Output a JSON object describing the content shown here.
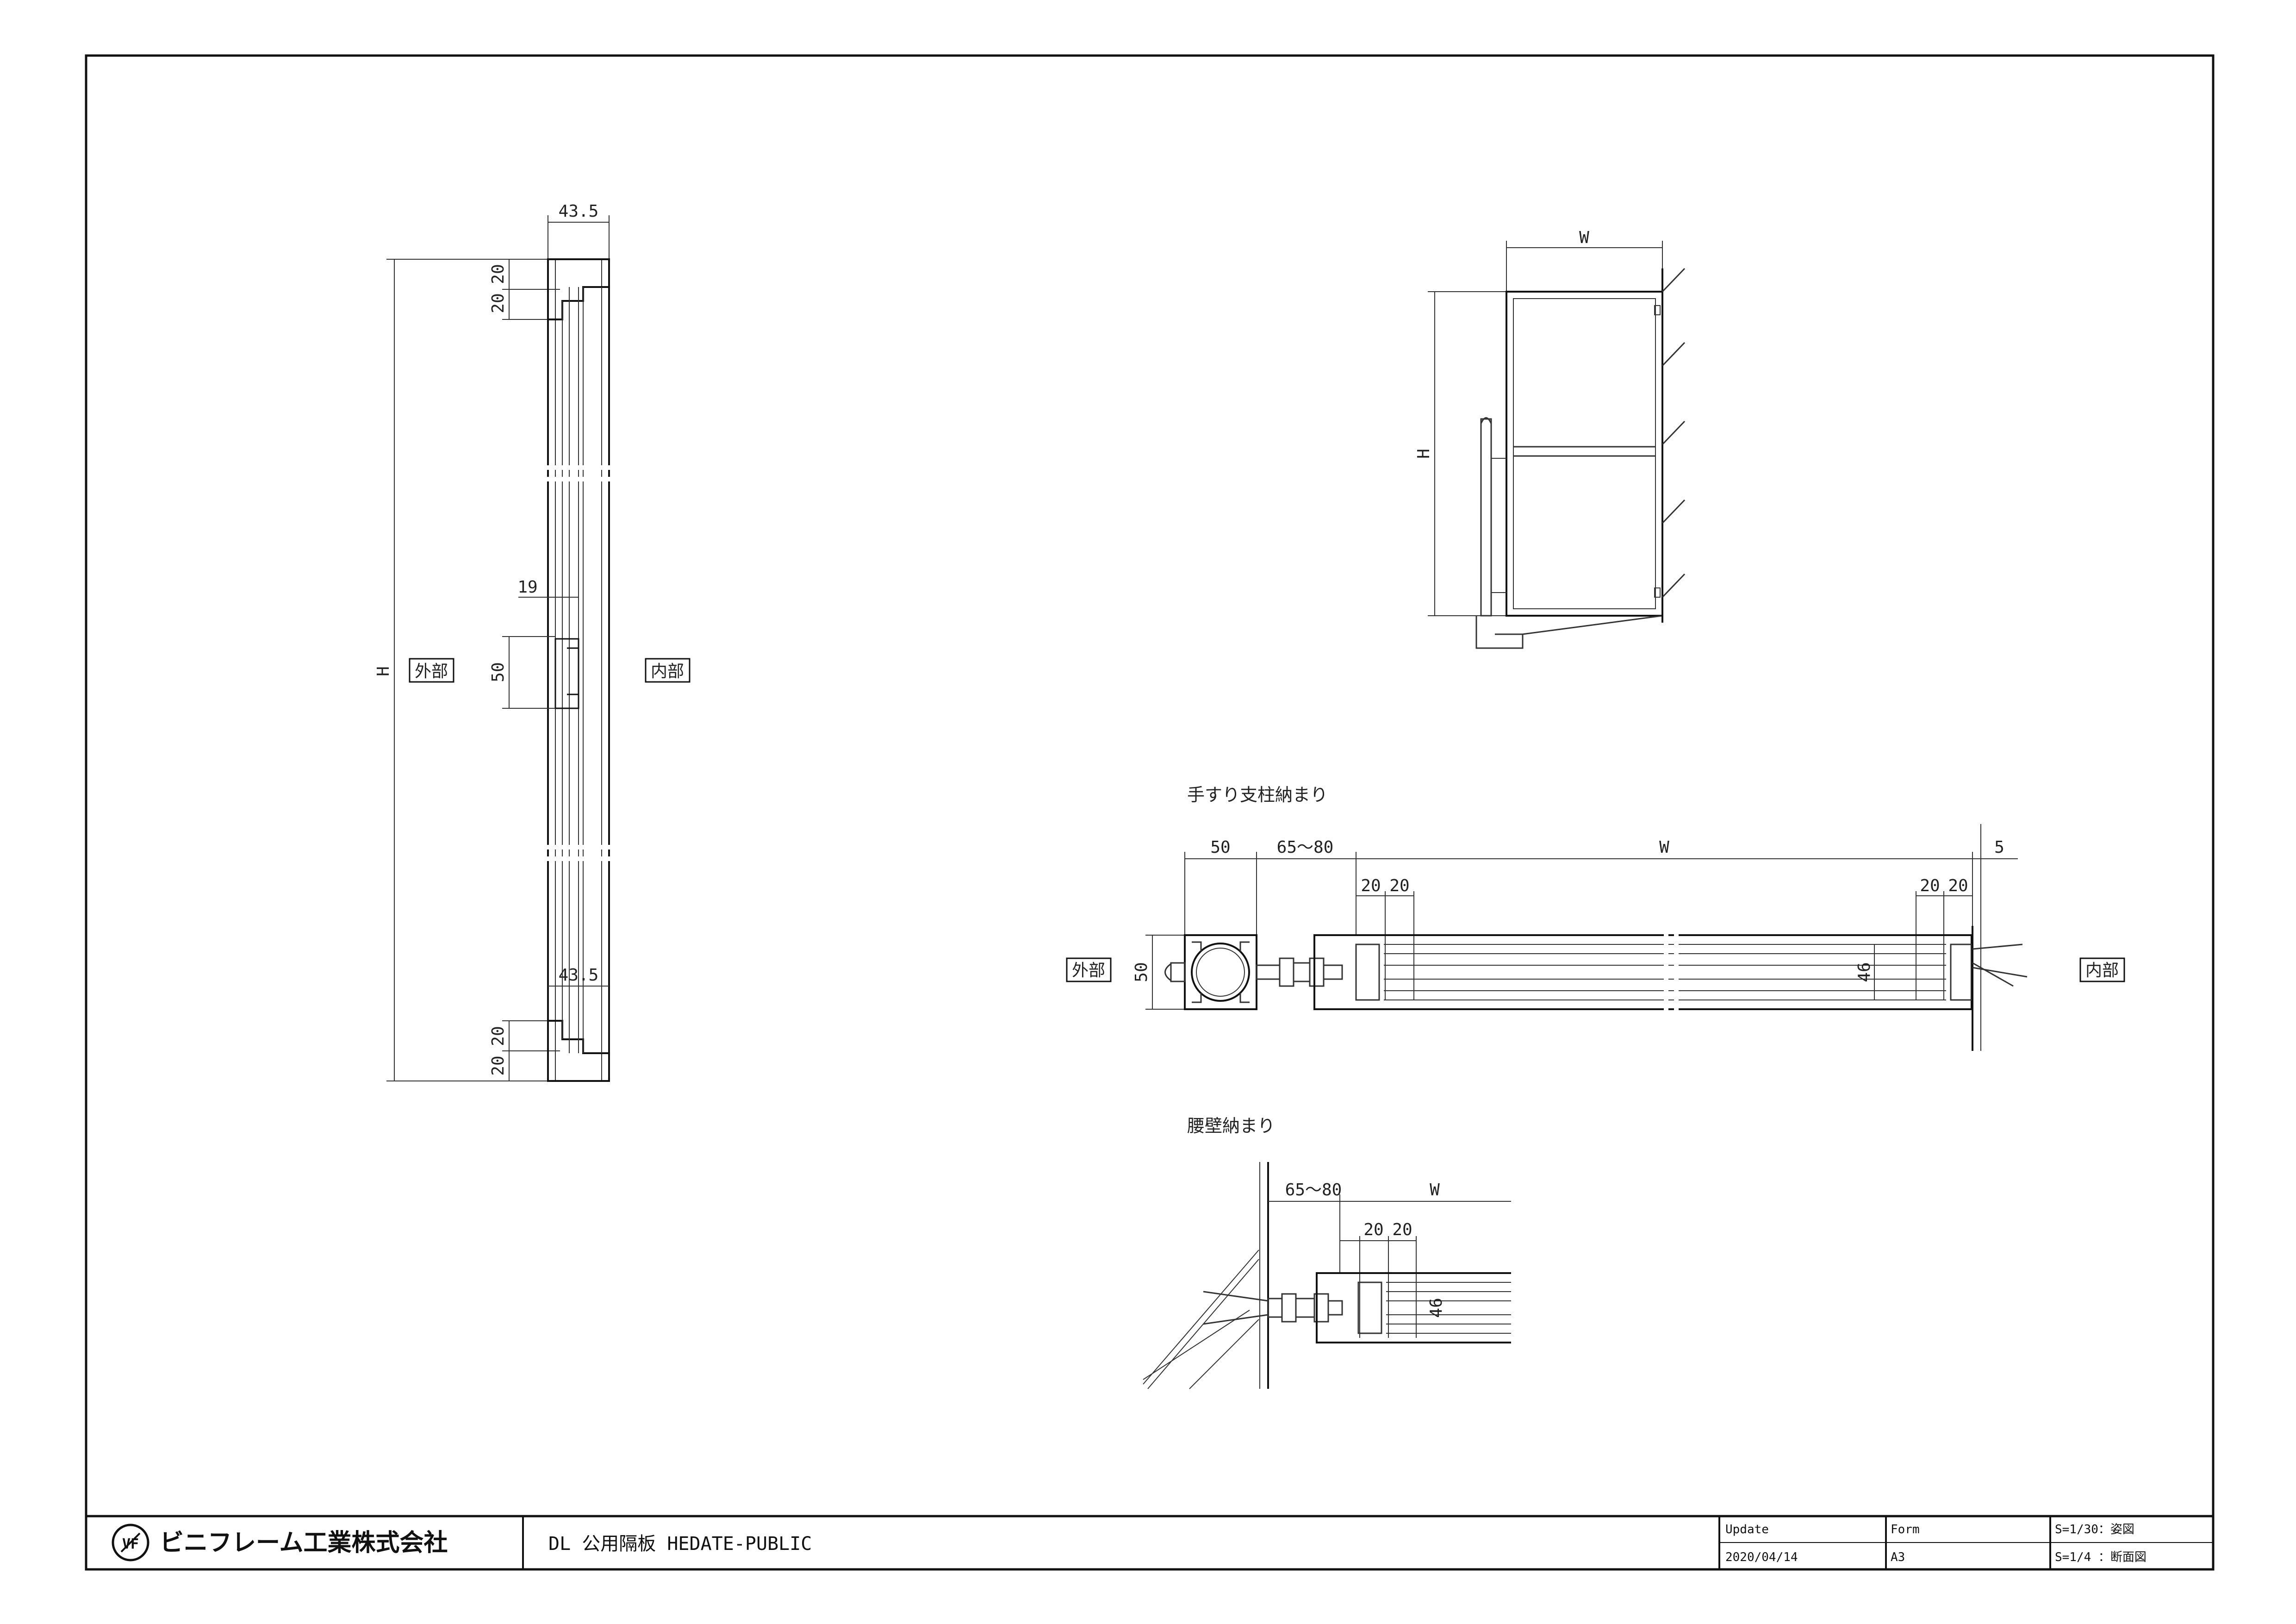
{
  "drawing": {
    "section_view": {
      "dim_top_width": "43.5",
      "dim_top_20a": "20",
      "dim_top_20b": "20",
      "dim_height": "H",
      "dim_19": "19",
      "dim_50": "50",
      "dim_bottom_width": "43.5",
      "dim_bottom_20a": "20",
      "dim_bottom_20b": "20",
      "label_outside": "外部",
      "label_inside": "内部"
    },
    "elevation_view": {
      "dim_width": "W",
      "dim_height": "H"
    },
    "handrail_detail": {
      "title": "手すり支柱納まり",
      "dim_50_top": "50",
      "dim_gap": "65〜80",
      "dim_width": "W",
      "dim_5": "5",
      "dim_left_20a": "20",
      "dim_left_20b": "20",
      "dim_right_20a": "20",
      "dim_right_20b": "20",
      "dim_50_side": "50",
      "dim_46": "46",
      "label_outside": "外部",
      "label_inside": "内部"
    },
    "wall_detail": {
      "title": "腰壁納まり",
      "dim_gap": "65〜80",
      "dim_width": "W",
      "dim_20a": "20",
      "dim_20b": "20",
      "dim_46": "46"
    }
  },
  "title_block": {
    "company": "ビニフレーム工業株式会社",
    "logo_text": "VF",
    "product": "DL 公用隔板  HEDATE-PUBLIC",
    "update_label": "Update",
    "update_value": "2020/04/14",
    "form_label": "Form",
    "form_value": "A3",
    "scale_1": "S=1/30：姿図",
    "scale_2": "S=1/4 ：断面図"
  }
}
